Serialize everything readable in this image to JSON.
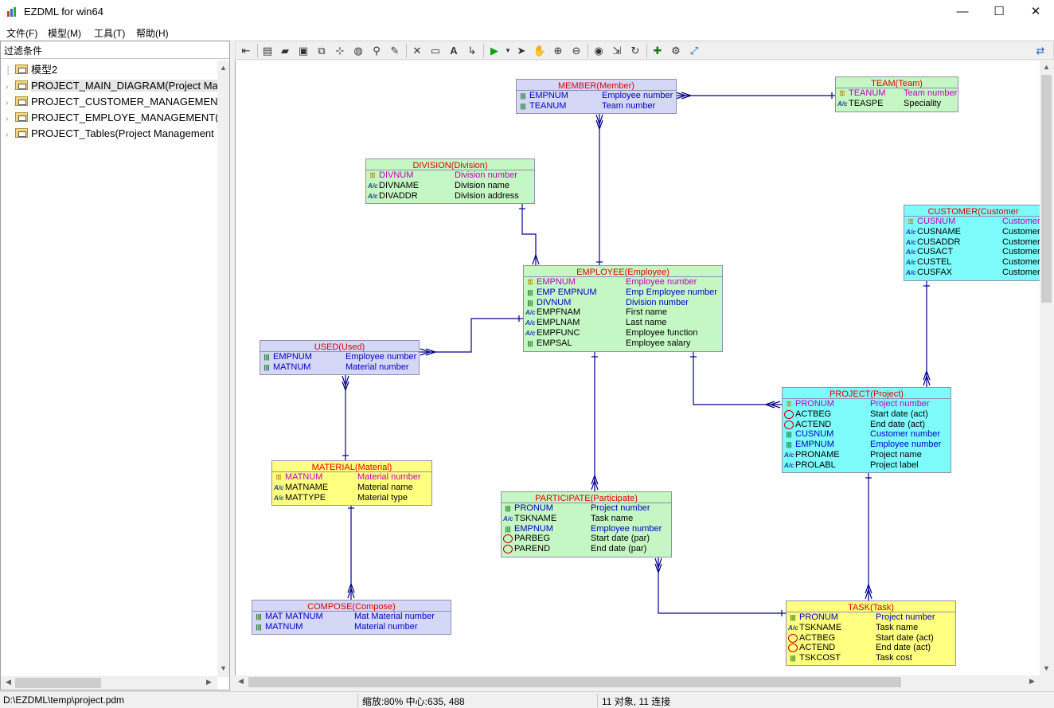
{
  "window": {
    "title": "EZDML for win64",
    "minimize": "—",
    "maximize": "☐",
    "close": "✕"
  },
  "menu": [
    "文件(F)",
    "模型(M)",
    "工具(T)",
    "帮助(H)"
  ],
  "left_pane": {
    "filter_label": "过滤条件",
    "tree": [
      {
        "label": "模型2",
        "expandable": false,
        "selected": false
      },
      {
        "label": "PROJECT_MAIN_DIAGRAM(Project Man",
        "expandable": true,
        "selected": true
      },
      {
        "label": "PROJECT_CUSTOMER_MANAGEMENT(I",
        "expandable": true,
        "selected": false
      },
      {
        "label": "PROJECT_EMPLOYE_MANAGEMENT(Pro",
        "expandable": true,
        "selected": false
      },
      {
        "label": "PROJECT_Tables(Project Management (",
        "expandable": true,
        "selected": false
      }
    ]
  },
  "toolbar_icons": [
    "back-icon",
    "new-icon",
    "open-icon",
    "save-icon",
    "copy-model-icon",
    "layout-icon",
    "globe-icon",
    "find-icon",
    "edit-icon",
    "delete-icon",
    "table-icon",
    "text-icon",
    "link-icon",
    "run-icon",
    "dropdown-icon",
    "pointer-icon",
    "hand-icon",
    "zoom-in-icon",
    "zoom-out-icon",
    "view-icon",
    "export-icon",
    "refresh-icon",
    "add-icon",
    "properties-icon",
    "fit-icon",
    "toggle-panel-icon"
  ],
  "colors": {
    "link": "#00008b",
    "title_text": "#e00000",
    "pk_text": "#c000c0",
    "fk_text": "#0000c0"
  },
  "entities": {
    "member": {
      "title": "MEMBER(Member)",
      "fields": [
        {
          "icon": "number",
          "name": "EMPNUM",
          "desc": "Employee number",
          "kind": "fk"
        },
        {
          "icon": "number",
          "name": "TEANUM",
          "desc": "Team number",
          "kind": "fk"
        }
      ]
    },
    "team": {
      "title": "TEAM(Team)",
      "fields": [
        {
          "icon": "key",
          "name": "TEANUM",
          "desc": "Team number",
          "kind": "pk"
        },
        {
          "icon": "text",
          "name": "TEASPE",
          "desc": "Speciality",
          "kind": "nm"
        }
      ]
    },
    "division": {
      "title": "DIVISION(Division)",
      "fields": [
        {
          "icon": "key",
          "name": "DIVNUM",
          "desc": "Division number",
          "kind": "pk"
        },
        {
          "icon": "text",
          "name": "DIVNAME",
          "desc": "Division name",
          "kind": "nm"
        },
        {
          "icon": "text",
          "name": "DIVADDR",
          "desc": "Division address",
          "kind": "nm"
        }
      ]
    },
    "customer": {
      "title": "CUSTOMER(Customer",
      "fields": [
        {
          "icon": "key",
          "name": "CUSNUM",
          "desc": "Customer",
          "kind": "pk"
        },
        {
          "icon": "text",
          "name": "CUSNAME",
          "desc": "Customer",
          "kind": "nm"
        },
        {
          "icon": "text",
          "name": "CUSADDR",
          "desc": "Customer",
          "kind": "nm"
        },
        {
          "icon": "text",
          "name": "CUSACT",
          "desc": "Customer",
          "kind": "nm"
        },
        {
          "icon": "text",
          "name": "CUSTEL",
          "desc": "Customer",
          "kind": "nm"
        },
        {
          "icon": "text",
          "name": "CUSFAX",
          "desc": "Customer",
          "kind": "nm"
        }
      ]
    },
    "employee": {
      "title": "EMPLOYEE(Employee)",
      "fields": [
        {
          "icon": "key",
          "name": "EMPNUM",
          "desc": "Employee number",
          "kind": "pk"
        },
        {
          "icon": "number",
          "name": "EMP EMPNUM",
          "desc": "Emp Employee number",
          "kind": "fk"
        },
        {
          "icon": "number",
          "name": "DIVNUM",
          "desc": "Division number",
          "kind": "fk"
        },
        {
          "icon": "text",
          "name": "EMPFNAM",
          "desc": "First name",
          "kind": "nm"
        },
        {
          "icon": "text",
          "name": "EMPLNAM",
          "desc": "Last name",
          "kind": "nm"
        },
        {
          "icon": "text",
          "name": "EMPFUNC",
          "desc": "Employee function",
          "kind": "nm"
        },
        {
          "icon": "number",
          "name": "EMPSAL",
          "desc": "Employee salary",
          "kind": "nm"
        }
      ]
    },
    "used": {
      "title": "USED(Used)",
      "fields": [
        {
          "icon": "number",
          "name": "EMPNUM",
          "desc": "Employee number",
          "kind": "fk"
        },
        {
          "icon": "number",
          "name": "MATNUM",
          "desc": "Material number",
          "kind": "fk"
        }
      ]
    },
    "project": {
      "title": "PROJECT(Project)",
      "fields": [
        {
          "icon": "key",
          "name": "PRONUM",
          "desc": "Project number",
          "kind": "pk"
        },
        {
          "icon": "date",
          "name": "ACTBEG",
          "desc": "Start date (act)",
          "kind": "nm"
        },
        {
          "icon": "date",
          "name": "ACTEND",
          "desc": "End date (act)",
          "kind": "nm"
        },
        {
          "icon": "number",
          "name": "CUSNUM",
          "desc": "Customer number",
          "kind": "fk"
        },
        {
          "icon": "number",
          "name": "EMPNUM",
          "desc": "Employee number",
          "kind": "fk"
        },
        {
          "icon": "text",
          "name": "PRONAME",
          "desc": "Project name",
          "kind": "nm"
        },
        {
          "icon": "text",
          "name": "PROLABL",
          "desc": "Project label",
          "kind": "nm"
        }
      ]
    },
    "material": {
      "title": "MATERIAL(Material)",
      "fields": [
        {
          "icon": "key",
          "name": "MATNUM",
          "desc": "Material number",
          "kind": "pk"
        },
        {
          "icon": "text",
          "name": "MATNAME",
          "desc": "Material name",
          "kind": "nm"
        },
        {
          "icon": "text",
          "name": "MATTYPE",
          "desc": "Material type",
          "kind": "nm"
        }
      ]
    },
    "participate": {
      "title": "PARTICIPATE(Participate)",
      "fields": [
        {
          "icon": "number",
          "name": "PRONUM",
          "desc": "Project number",
          "kind": "fk"
        },
        {
          "icon": "text",
          "name": "TSKNAME",
          "desc": "Task name",
          "kind": "nm"
        },
        {
          "icon": "number",
          "name": "EMPNUM",
          "desc": "Employee number",
          "kind": "fk"
        },
        {
          "icon": "date",
          "name": "PARBEG",
          "desc": "Start date (par)",
          "kind": "nm"
        },
        {
          "icon": "date",
          "name": "PAREND",
          "desc": "End date (par)",
          "kind": "nm"
        }
      ]
    },
    "compose": {
      "title": "COMPOSE(Compose)",
      "fields": [
        {
          "icon": "number",
          "name": "MAT MATNUM",
          "desc": "Mat Material number",
          "kind": "fk"
        },
        {
          "icon": "number",
          "name": "MATNUM",
          "desc": "Material number",
          "kind": "fk"
        }
      ]
    },
    "task": {
      "title": "TASK(Task)",
      "fields": [
        {
          "icon": "number",
          "name": "PRONUM",
          "desc": "Project number",
          "kind": "fk"
        },
        {
          "icon": "text",
          "name": "TSKNAME",
          "desc": "Task name",
          "kind": "nm"
        },
        {
          "icon": "date",
          "name": "ACTBEG",
          "desc": "Start date (act)",
          "kind": "nm"
        },
        {
          "icon": "date",
          "name": "ACTEND",
          "desc": "End date (act)",
          "kind": "nm"
        },
        {
          "icon": "number",
          "name": "TSKCOST",
          "desc": "Task cost",
          "kind": "nm"
        }
      ]
    }
  },
  "status": {
    "path": "D:\\EZDML\\temp\\project.pdm",
    "zoom": "缩放:80% 中心:635, 488",
    "counts": "11 对象, 11 连接"
  }
}
